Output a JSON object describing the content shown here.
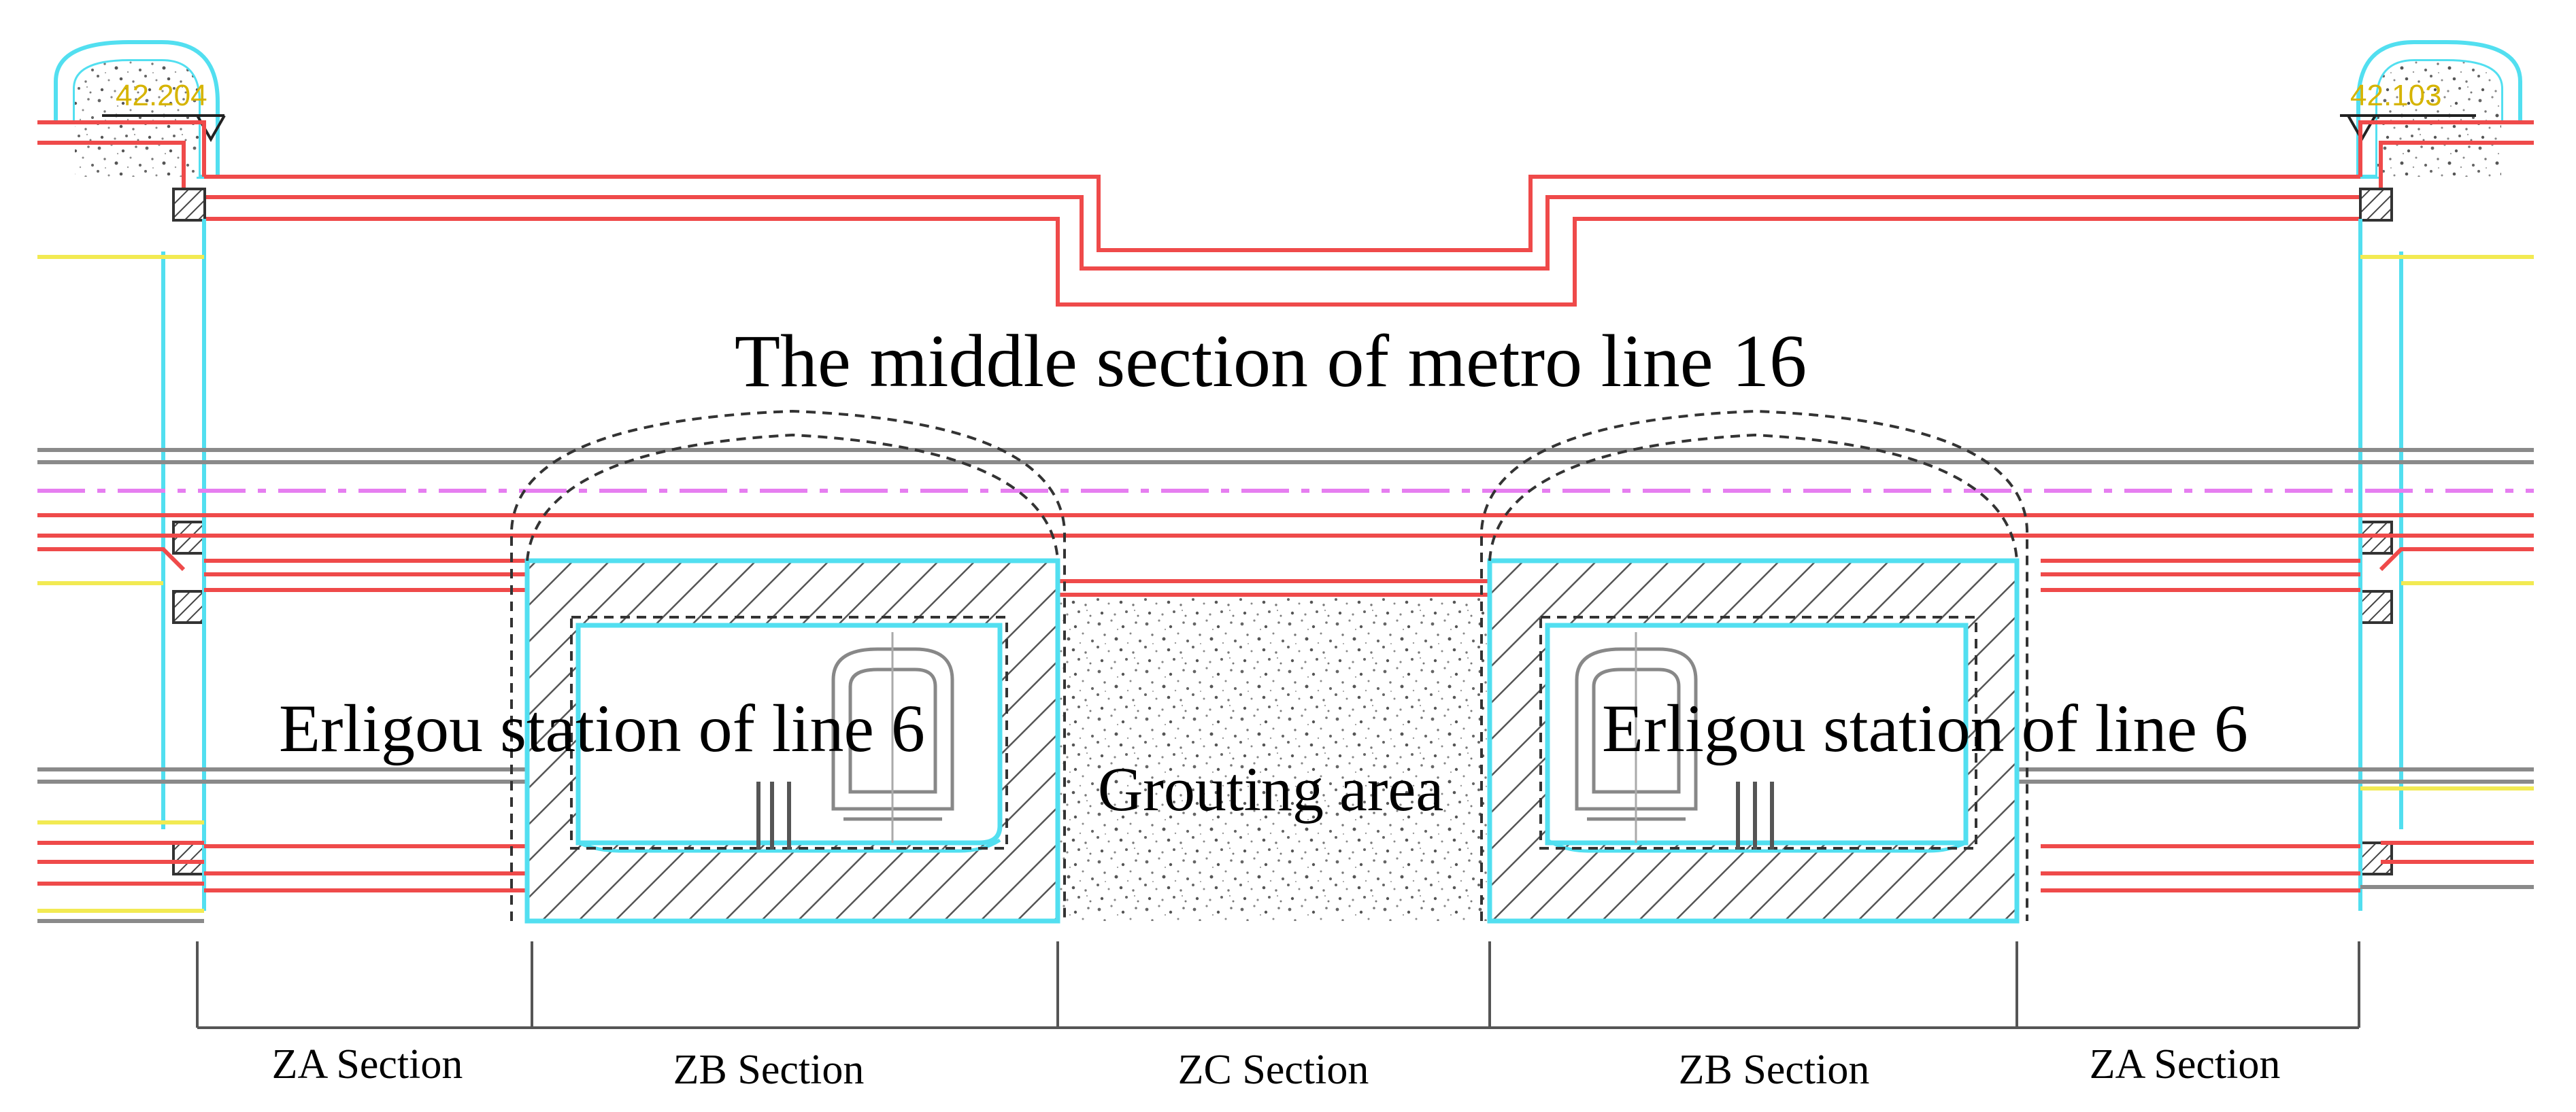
{
  "labels": {
    "main_title": "The middle section of metro line 16",
    "station_left": "Erligou station of line 6",
    "station_right": "Erligou station of line 6",
    "grouting": "Grouting area"
  },
  "elevations": {
    "left": "42.204",
    "right": "42.103"
  },
  "sections": [
    {
      "label": "ZA Section"
    },
    {
      "label": "ZB Section"
    },
    {
      "label": "ZC Section"
    },
    {
      "label": "ZB Section"
    },
    {
      "label": "ZA Section"
    }
  ],
  "colors": {
    "structure_red": "#ef4a4a",
    "structure_cyan": "#52dff0",
    "grid_gray": "#8a8a8a",
    "axis_magenta": "#e67ef0",
    "marker_yellow": "#f2ea52",
    "dashed_outline": "#333333"
  }
}
